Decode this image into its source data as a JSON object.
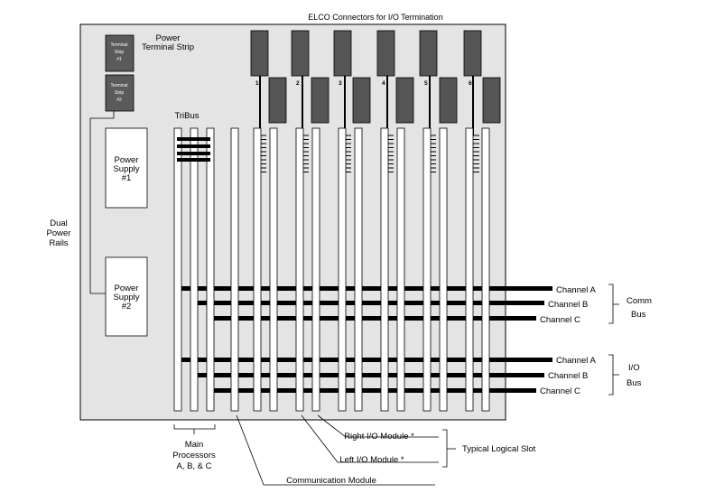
{
  "title": "ELCO Connectors for I/O Termination",
  "power_terminal_strip": {
    "line1": "Power",
    "line2": "Terminal Strip"
  },
  "terminal_strips": [
    {
      "line1": "Terminal",
      "line2": "Strip",
      "line3": "#1"
    },
    {
      "line1": "Terminal",
      "line2": "Strip",
      "line3": "#2"
    }
  ],
  "tribus_label": "TriBus",
  "power_supplies": [
    {
      "line1": "Power",
      "line2": "Supply",
      "line3": "#1"
    },
    {
      "line1": "Power",
      "line2": "Supply",
      "line3": "#2"
    }
  ],
  "dual_power_rails": {
    "line1": "Dual",
    "line2": "Power",
    "line3": "Rails"
  },
  "slot_numbers": [
    "1",
    "2",
    "3",
    "4",
    "5",
    "6"
  ],
  "comm_bus": {
    "channels": [
      "Channel A",
      "Channel B",
      "Channel C"
    ],
    "line1": "Comm",
    "line2": "Bus"
  },
  "io_bus": {
    "channels": [
      "Channel A",
      "Channel B",
      "Channel C"
    ],
    "line1": "I/O",
    "line2": "Bus"
  },
  "main_processors": {
    "line1": "Main",
    "line2": "Processors",
    "line3": "A, B, & C"
  },
  "right_io_module": "Right I/O Module *",
  "left_io_module": "Left I/O Module *",
  "typical_logical_slot": "Typical Logical Slot",
  "communication_module": "Communication Module"
}
